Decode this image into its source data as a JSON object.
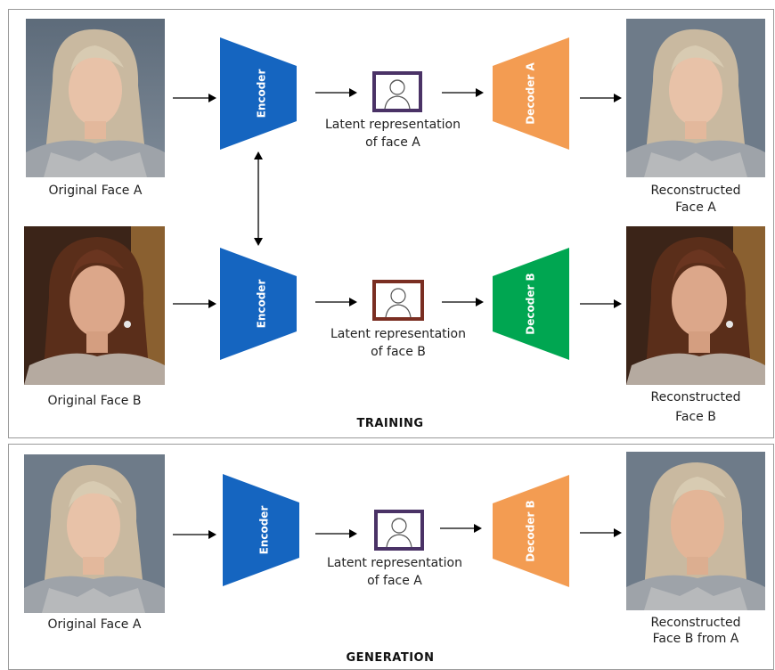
{
  "sections": {
    "training": "Training",
    "generation": "Generation"
  },
  "labels": {
    "encoder": "Encoder",
    "decoder_a": "Decoder A",
    "decoder_b": "Decoder B"
  },
  "captions": {
    "orig_a": "Original Face A",
    "orig_b": "Original Face B",
    "latent_a_1": "Latent representation",
    "latent_a_2": "of face A",
    "latent_b_1": "Latent representation",
    "latent_b_2": "of face B",
    "recon_a_1": "Reconstructed",
    "recon_a_2": "Face A",
    "recon_b_1": "Reconstructed",
    "recon_b_2": "Face B",
    "gen_orig": "Original Face A",
    "gen_latent_1": "Latent representation",
    "gen_latent_2": "of face A",
    "gen_recon_1": "Reconstructed",
    "gen_recon_2": "Face B from A"
  },
  "colors": {
    "encoder": "#1565c0",
    "decoder_a": "#f39c52",
    "decoder_b": "#00a651",
    "latent_a": "#4a3266",
    "latent_b": "#7a2e22"
  },
  "icons": {
    "latent_a": "person-icon",
    "latent_b": "person-icon"
  }
}
